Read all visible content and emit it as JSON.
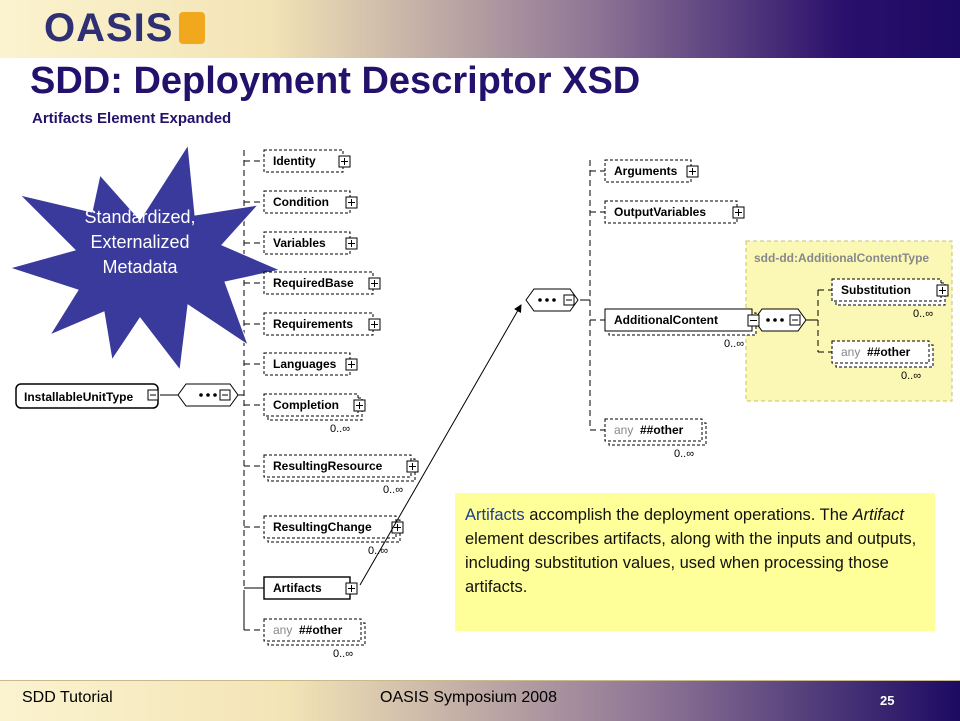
{
  "header": {
    "logo_text": "OASIS",
    "title": "SDD: Deployment Descriptor XSD",
    "subtitle": "Artifacts Element Expanded"
  },
  "burst": {
    "line1": "Standardized,",
    "line2": "Externalized",
    "line3": "Metadata",
    "color": "#3a3a9c",
    "text_color": "#ffffff"
  },
  "diagram": {
    "root": "InstallableUnitType",
    "sequence_children": [
      {
        "label": "Identity",
        "cardinality": ""
      },
      {
        "label": "Condition",
        "cardinality": ""
      },
      {
        "label": "Variables",
        "cardinality": ""
      },
      {
        "label": "RequiredBase",
        "cardinality": ""
      },
      {
        "label": "Requirements",
        "cardinality": ""
      },
      {
        "label": "Languages",
        "cardinality": ""
      },
      {
        "label": "Completion",
        "cardinality": "0..∞"
      },
      {
        "label": "ResultingResource",
        "cardinality": "0..∞"
      },
      {
        "label": "ResultingChange",
        "cardinality": "0..∞"
      },
      {
        "label": "Artifacts",
        "cardinality": ""
      },
      {
        "label": "##other",
        "prefix": "any",
        "cardinality": "0..∞"
      }
    ],
    "artifact_children": [
      {
        "label": "Arguments",
        "cardinality": ""
      },
      {
        "label": "OutputVariables",
        "cardinality": ""
      },
      {
        "label": "AdditionalContent",
        "cardinality": "0..∞"
      },
      {
        "label": "##other",
        "prefix": "any",
        "cardinality": "0..∞"
      }
    ],
    "additional_content_type": {
      "title": "sdd-dd:AdditionalContentType",
      "children": [
        {
          "label": "Substitution",
          "cardinality": "0..∞"
        },
        {
          "label": "##other",
          "prefix": "any",
          "cardinality": "0..∞"
        }
      ],
      "color": "#fbf8b6"
    }
  },
  "callout": {
    "word": "Artifacts",
    "text_a": " accomplish the deployment operations. The ",
    "italic": "Artifact",
    "text_b": " element describes artifacts, along with the inputs and outputs, including substitution values, used when processing those artifacts."
  },
  "footer": {
    "left": "SDD Tutorial",
    "center": "OASIS Symposium 2008",
    "page": "25"
  }
}
